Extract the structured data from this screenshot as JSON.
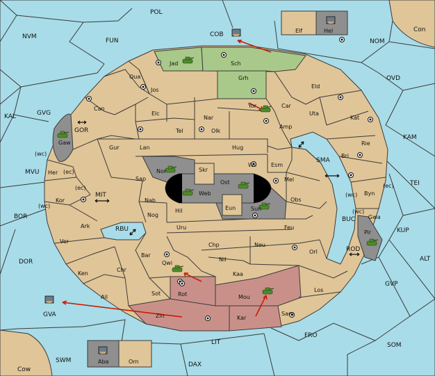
{
  "sea_areas": {
    "pol": "POL",
    "nvm": "NVM",
    "fun": "FUN",
    "cob": "COB",
    "nom": "NOM",
    "ovd": "OVD",
    "con": "Con",
    "kal": "KAL",
    "gvg": "GVG",
    "kam": "KAM",
    "mvu": "MVU",
    "tei": "TEI",
    "bor": "BOR",
    "kup": "KUP",
    "dor": "DOR",
    "alt": "ALT",
    "gvp": "GVP",
    "gva": "GVA",
    "fro": "FRO",
    "som": "SOM",
    "swm": "SWM",
    "lit": "LIT",
    "dax": "DAX",
    "cow": "Cow",
    "sma": "SMA",
    "mit": "MIT",
    "rbu": "RBU",
    "buc": "BUC",
    "rod": "ROD",
    "gor": "GOR",
    "elf": "Elf",
    "hel": "Hel",
    "aba": "Aba",
    "orn": "Orn"
  },
  "provinces": {
    "jad": "Jad",
    "sch": "Sch",
    "grh": "Grh",
    "eld": "Eld",
    "qua": "Qua",
    "jos": "Jos",
    "can": "Can",
    "elc": "Elc",
    "nar": "Nar",
    "yor": "Yor",
    "car": "Car",
    "uta": "Uta",
    "kat": "Kat",
    "tel": "Tel",
    "olk": "Olk",
    "amp": "Amp",
    "gaw": "Gaw",
    "gur": "Gur",
    "lan": "Lan",
    "hug": "Hug",
    "rie": "Rie",
    "bri": "Bri",
    "wil": "Wil",
    "esm": "Esm",
    "nor": "Nor",
    "skr": "Skr",
    "ost": "Ost",
    "sap": "Sap",
    "web": "Web",
    "mel": "Mel",
    "her": "Her",
    "byn": "Byn",
    "kor": "Kor",
    "nab": "Nab",
    "eun": "Eun",
    "sun": "Sun",
    "obs": "Obs",
    "hil": "Hil",
    "nog": "Nog",
    "gwa": "Gwa",
    "ark": "Ark",
    "uru": "Uru",
    "feu": "Feu",
    "pir": "Pir",
    "ver": "Ver",
    "chp": "Chp",
    "neu": "Neu",
    "bar": "Bar",
    "qwi": "Qwi",
    "nil": "Nil",
    "orl": "Orl",
    "ken": "Ken",
    "chr": "Chr",
    "kaa": "Kaa",
    "ail": "Ail",
    "sot": "Sot",
    "rot": "Rot",
    "mou": "Mou",
    "los": "Los",
    "zin": "Zin",
    "kar": "Kar",
    "sam": "Sam"
  },
  "coast_labels": {
    "wc1": "(wc)",
    "ec1": "(ec)",
    "ec2": "(ec)",
    "wc2": "(wc)",
    "wc3": "(wc)",
    "ec3": "(ec)",
    "wc4": "(wc)"
  },
  "units": [
    {
      "type": "fleet",
      "location": "COB"
    },
    {
      "type": "fleet",
      "location": "Hel"
    },
    {
      "type": "fleet",
      "location": "Aba"
    },
    {
      "type": "fleet",
      "location": "GVA"
    },
    {
      "type": "army",
      "location": "Jad"
    },
    {
      "type": "army",
      "location": "Yor"
    },
    {
      "type": "army",
      "location": "Gaw"
    },
    {
      "type": "army",
      "location": "Nor"
    },
    {
      "type": "army",
      "location": "Web"
    },
    {
      "type": "army",
      "location": "Ost"
    },
    {
      "type": "army",
      "location": "Sun"
    },
    {
      "type": "army",
      "location": "Pir"
    },
    {
      "type": "army",
      "location": "Qwi"
    },
    {
      "type": "army",
      "location": "Mou"
    }
  ],
  "colors": {
    "sea": "#a8dce8",
    "land": "#e0c598",
    "power_green": "#a9c98a",
    "power_rose": "#c9908a",
    "neutral_grey": "#8f8f8f",
    "order_arrow": "#cc1a00",
    "army_unit": "#4f8a2a"
  }
}
